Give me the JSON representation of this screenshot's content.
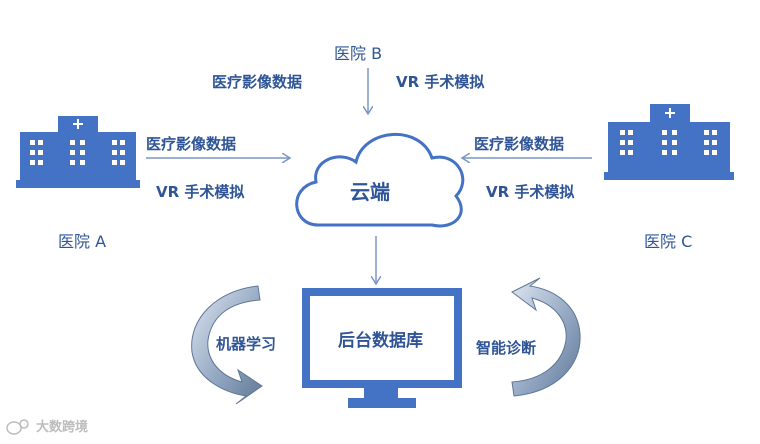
{
  "colors": {
    "primary": "#4472c4",
    "dark": "#2f5597",
    "arrow": "#7a95c7",
    "watermark": "#bdbdbd"
  },
  "hospitals": {
    "a": {
      "label": "医院 A"
    },
    "b": {
      "label": "医院 B"
    },
    "c": {
      "label": "医院 C"
    }
  },
  "flows": {
    "imaging": "医疗影像数据",
    "vr": "VR 手术模拟"
  },
  "cloud": {
    "label": "云端"
  },
  "database": {
    "label": "后台数据库"
  },
  "cycles": {
    "left": "机器学习",
    "right": "智能诊断"
  },
  "watermark": {
    "text": "大数跨境",
    "icon": "weibo-like-icon"
  }
}
